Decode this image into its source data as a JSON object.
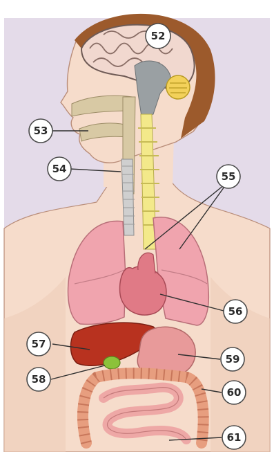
{
  "diagram": {
    "colors": {
      "background": "#e4dbe9",
      "skin": "#f6dccb",
      "skin_shadow": "#e8bfa8",
      "hair": "#9c5a2c",
      "brain": "#f1d8cf",
      "brain_outline": "#6e5a55",
      "brainstem": "#9aa0a3",
      "spinal_cord": "#f3e98a",
      "airway": "#d8c9a4",
      "lung": "#f0a4ae",
      "heart": "#e07a86",
      "liver": "#b8321f",
      "gallbladder": "#8cc23a",
      "stomach": "#e89a9a",
      "large_intestine": "#e79e7f",
      "small_intestine": "#eea8a6"
    },
    "labels": [
      {
        "id": "brain",
        "text": "52"
      },
      {
        "id": "nasal-cavity",
        "text": "53"
      },
      {
        "id": "windpipe",
        "text": "54"
      },
      {
        "id": "lungs",
        "text": "55"
      },
      {
        "id": "heart",
        "text": "56"
      },
      {
        "id": "liver",
        "text": "57"
      },
      {
        "id": "gallbladder",
        "text": "58"
      },
      {
        "id": "stomach",
        "text": "59"
      },
      {
        "id": "large-intestine",
        "text": "60"
      },
      {
        "id": "small-intestine",
        "text": "61"
      }
    ]
  }
}
